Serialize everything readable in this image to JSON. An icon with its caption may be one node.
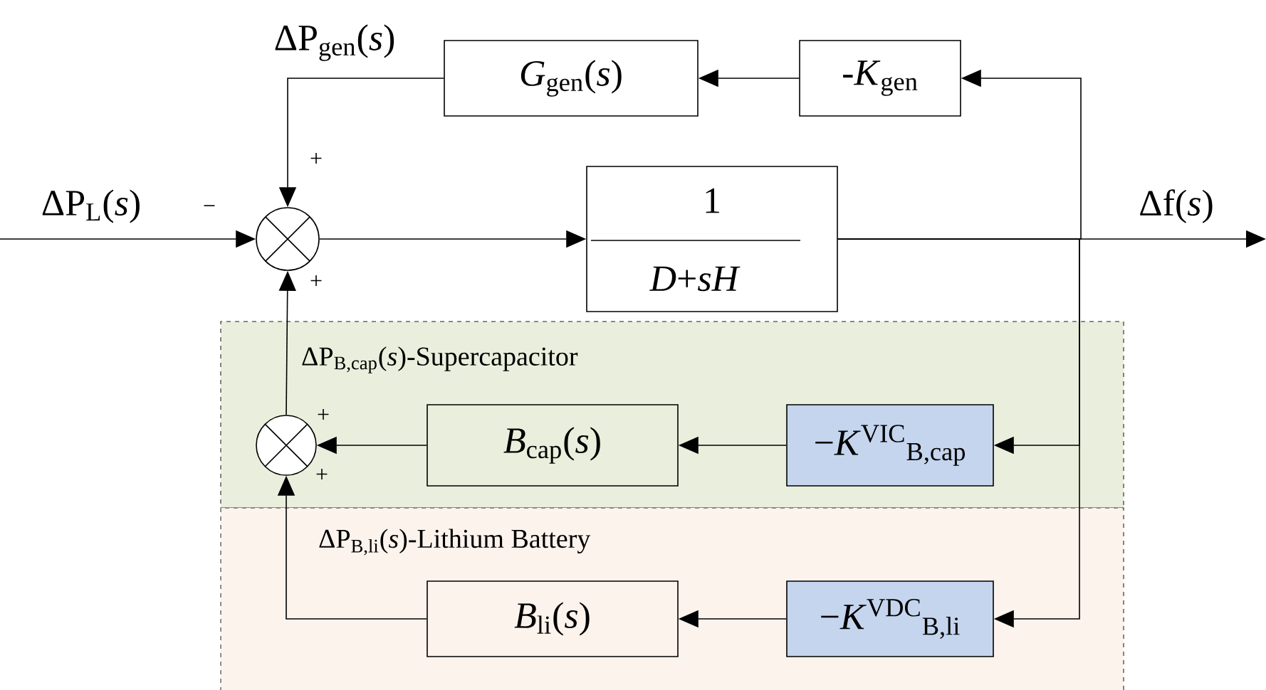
{
  "diagram": {
    "nodes": [
      {
        "text": [
          "ΔP$_{B,cap}$(*s*)-Supercapacitor"
        ]
      },
      {
        "text": [
          "ΔP$_{B,li}$(*s*)-Lithium Battery"
        ]
      },
      {
        "text": [],
        "shape": "circle"
      },
      {
        "text": [
          "*G*$_{gen}$(*s*)"
        ]
      },
      {
        "text": [
          "-*K*$_{gen}$"
        ]
      },
      {
        "text": [
          "1",
          "*D*+*sH*"
        ]
      },
      {
        "text": [],
        "shape": "circle",
        "in": 0
      },
      {
        "text": [
          "*B*$_{cap}$(*s*)"
        ],
        "in": 0
      },
      {
        "text": [
          "−*K*$^{VIC}$$_{B,cap}$"
        ],
        "in": 0
      },
      {
        "text": [
          "*B*$_{li}$(*s*)"
        ],
        "in": 1
      },
      {
        "text": [
          "−*K*$^{VDC}$$_{B,li}$"
        ],
        "in": 1
      }
    ],
    "edges": [
      {
        "from": null,
        "to": 2,
        "arrow": "to",
        "label": "ΔP$_{L}$(*s*)"
      },
      {
        "from": 2,
        "to": 5,
        "arrow": "to"
      },
      {
        "from": 5,
        "to": null,
        "arrow": "to",
        "label": "Δf(*s*)"
      },
      {
        "from": 4,
        "to": 3,
        "arrow": "to"
      },
      {
        "from": 3,
        "to": 2,
        "arrow": "to",
        "label": "ΔP$_{gen}$(*s*)"
      },
      {
        "from": 5,
        "to": 4,
        "arrow": "to"
      },
      {
        "from": 5,
        "to": 8,
        "arrow": "to"
      },
      {
        "from": 5,
        "to": 10,
        "arrow": "to"
      },
      {
        "from": 8,
        "to": 7,
        "arrow": "to"
      },
      {
        "from": 7,
        "to": 6,
        "arrow": "to"
      },
      {
        "from": 10,
        "to": 9,
        "arrow": "to"
      },
      {
        "from": 9,
        "to": 6,
        "arrow": "to"
      },
      {
        "from": 6,
        "to": 2,
        "arrow": "to"
      }
    ],
    "labels": [
      "+",
      "−",
      "+",
      "+",
      "+"
    ]
  }
}
